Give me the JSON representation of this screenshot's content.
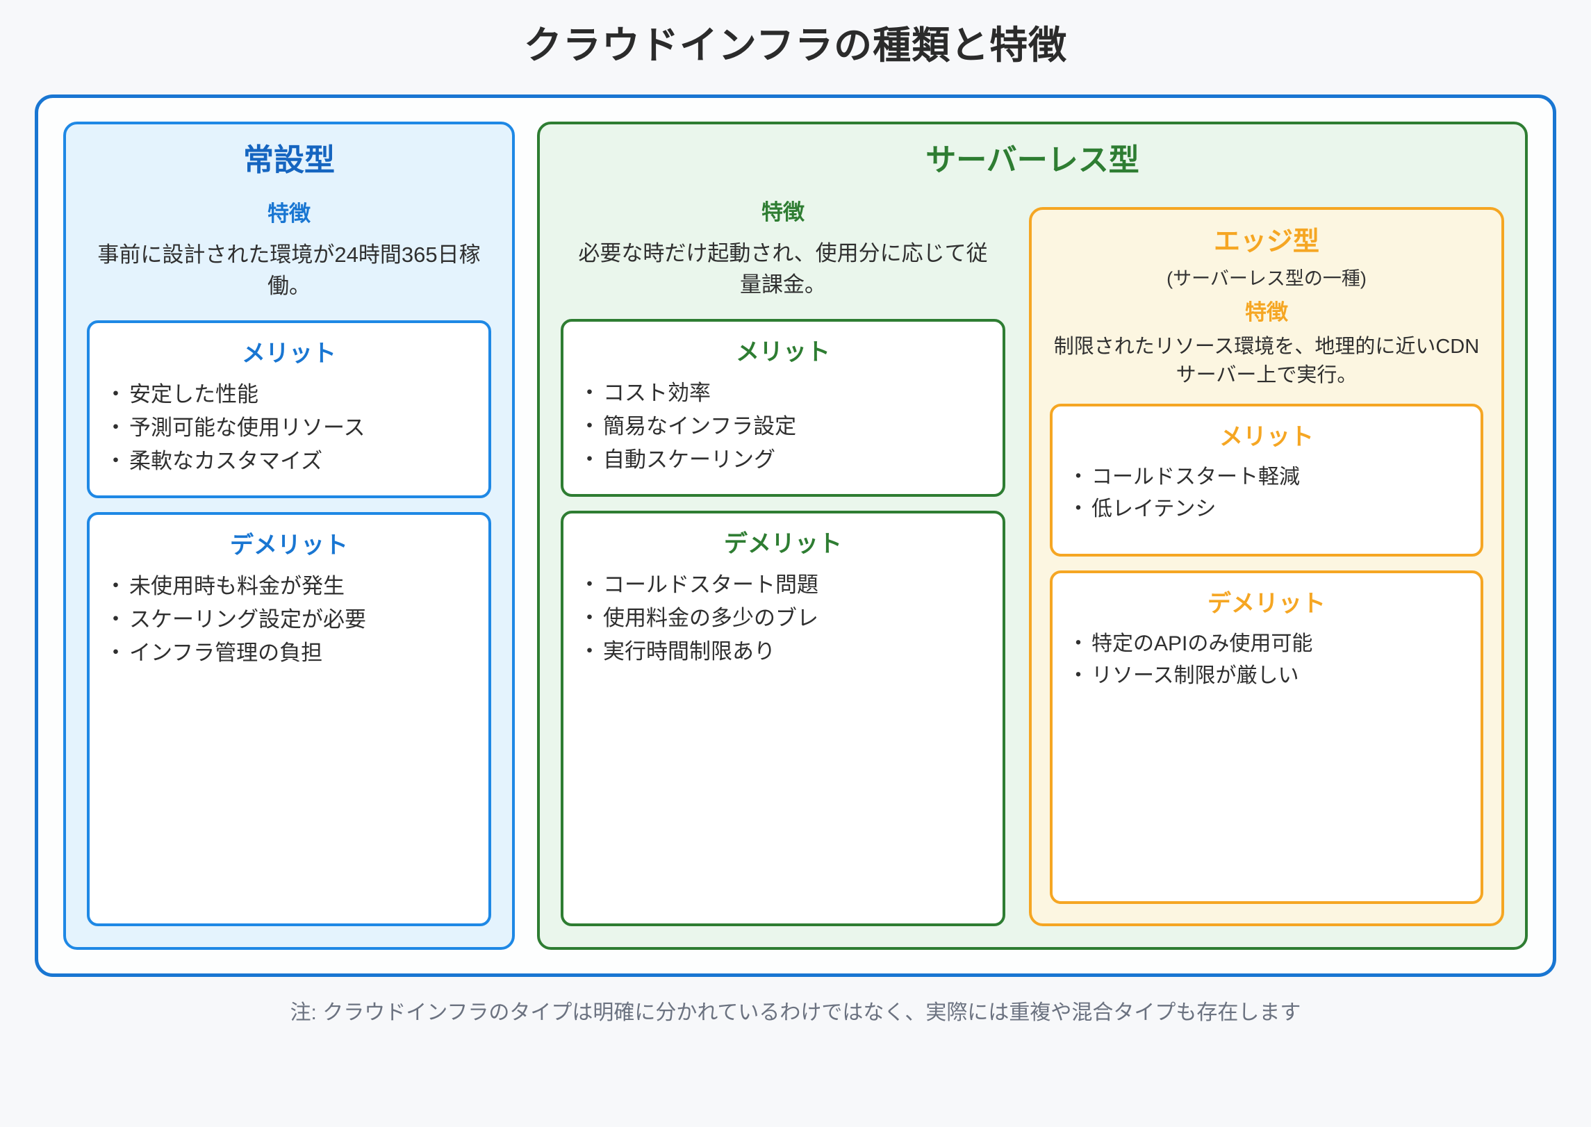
{
  "title": "クラウドインフラの種類と特徴",
  "persistent": {
    "title": "常設型",
    "feature_label": "特徴",
    "description": "事前に設計された環境が24時間365日稼働。",
    "merit": {
      "title": "メリット",
      "items": [
        "安定した性能",
        "予測可能な使用リソース",
        "柔軟なカスタマイズ"
      ]
    },
    "demerit": {
      "title": "デメリット",
      "items": [
        "未使用時も料金が発生",
        "スケーリング設定が必要",
        "インフラ管理の負担"
      ]
    }
  },
  "serverless": {
    "title": "サーバーレス型",
    "feature_label": "特徴",
    "description": "必要な時だけ起動され、使用分に応じて従量課金。",
    "merit": {
      "title": "メリット",
      "items": [
        "コスト効率",
        "簡易なインフラ設定",
        "自動スケーリング"
      ]
    },
    "demerit": {
      "title": "デメリット",
      "items": [
        "コールドスタート問題",
        "使用料金の多少のブレ",
        "実行時間制限あり"
      ]
    }
  },
  "edge": {
    "title": "エッジ型",
    "subtitle": "(サーバーレス型の一種)",
    "feature_label": "特徴",
    "description": "制限されたリソース環境を、地理的に近いCDNサーバー上で実行。",
    "merit": {
      "title": "メリット",
      "items": [
        "コールドスタート軽減",
        "低レイテンシ"
      ]
    },
    "demerit": {
      "title": "デメリット",
      "items": [
        "特定のAPIのみ使用可能",
        "リソース制限が厳しい"
      ]
    }
  },
  "footer_note": "注: クラウドインフラのタイプは明確に分かれているわけではなく、実際には重複や混合タイプも存在します",
  "colors": {
    "outer_border": "#1976d2",
    "persistent_border": "#1e88e5",
    "persistent_bg": "#e4f3fd",
    "persistent_text": "#1565c0",
    "serverless_border": "#2e7d32",
    "serverless_bg": "#eaf6ec",
    "edge_border": "#f5a623",
    "edge_bg": "#fcf6e1",
    "page_bg": "#f7f8fa",
    "bullet": "・"
  }
}
